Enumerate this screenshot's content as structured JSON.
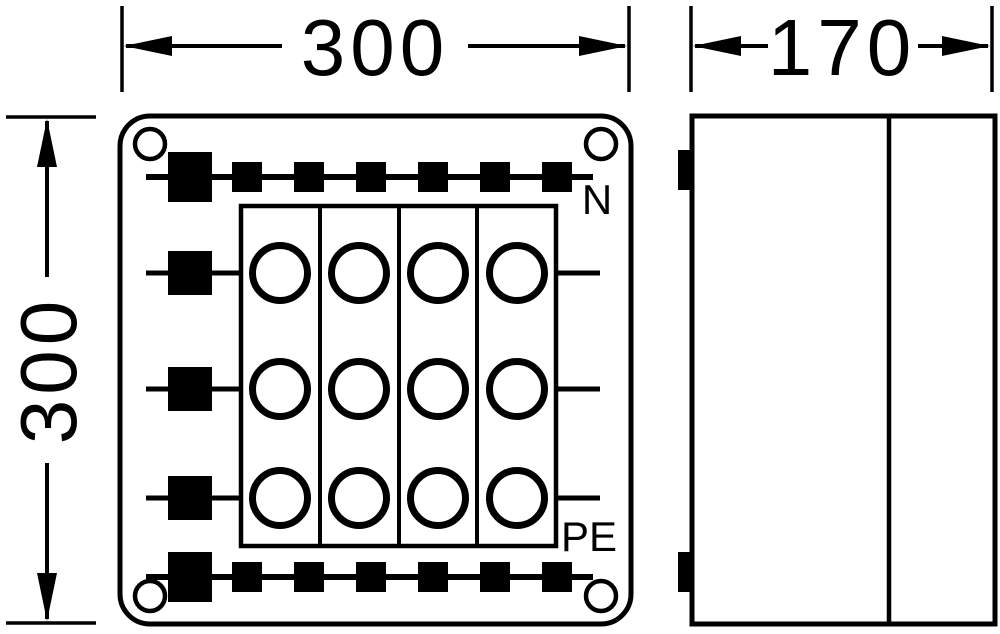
{
  "dimensions": {
    "front_width": "300",
    "front_height": "300",
    "depth": "170"
  },
  "labels": {
    "neutral": "N",
    "earth": "PE"
  },
  "colors": {
    "line": "#000000",
    "background": "#ffffff"
  }
}
